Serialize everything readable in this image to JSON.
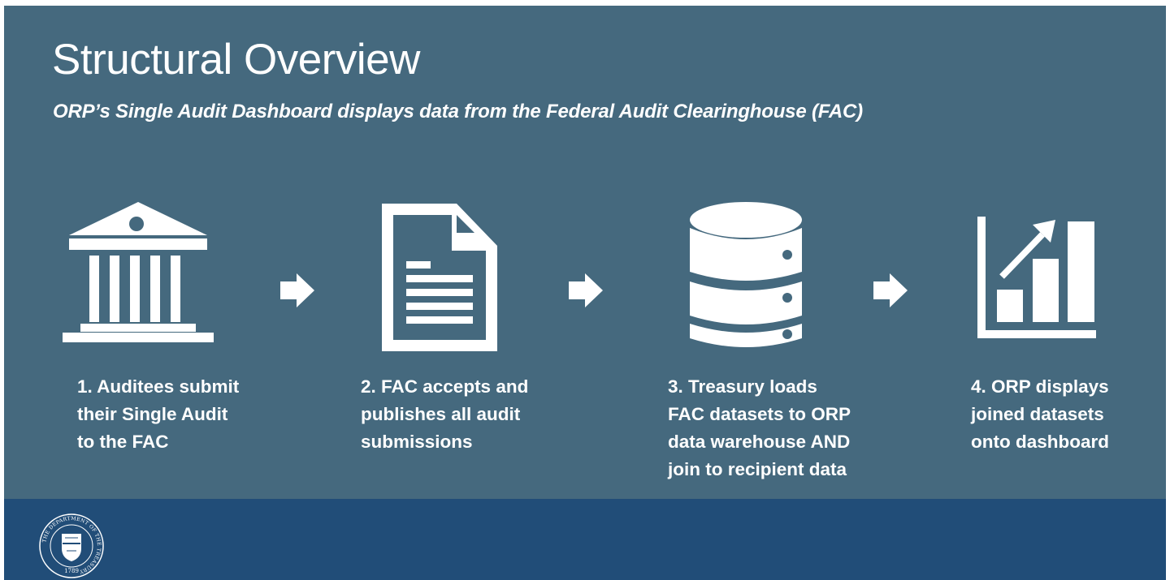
{
  "header": {
    "title": "Structural Overview",
    "subtitle": "ORP’s Single Audit Dashboard displays data from the Federal Audit Clearinghouse (FAC)"
  },
  "steps": [
    {
      "icon": "building-icon",
      "lines": [
        "1. Auditees submit",
        "their Single Audit",
        "to the FAC"
      ]
    },
    {
      "icon": "document-icon",
      "lines": [
        "2. FAC accepts and",
        "publishes all audit",
        "submissions"
      ]
    },
    {
      "icon": "database-icon",
      "lines": [
        "3. Treasury loads",
        "FAC datasets to ORP",
        "data warehouse AND",
        "join to recipient data"
      ]
    },
    {
      "icon": "bar-chart-icon",
      "lines": [
        "4. ORP displays",
        "joined datasets",
        "onto dashboard"
      ]
    }
  ],
  "footer": {
    "seal": {
      "icon": "treasury-seal-icon",
      "ring_text": "THE DEPARTMENT OF THE TREASURY",
      "year": "1789"
    }
  },
  "colors": {
    "background": "#45697e",
    "footer": "#214d78",
    "foreground": "#ffffff"
  }
}
